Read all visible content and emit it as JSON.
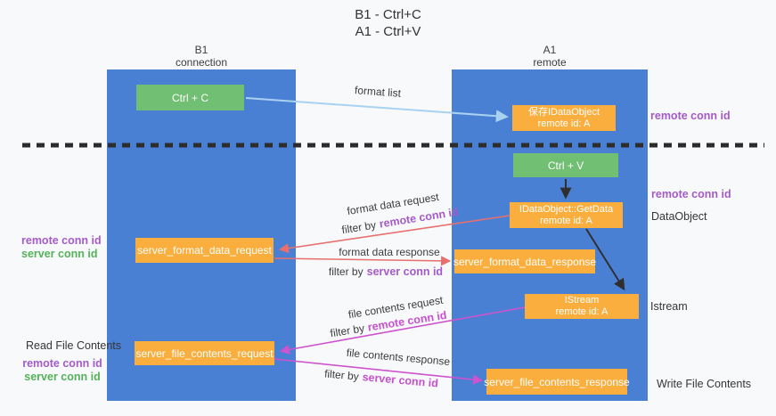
{
  "title": {
    "line1": "B1 - Ctrl+C",
    "line2": "A1 - Ctrl+V"
  },
  "lanes": {
    "left": {
      "name": "B1",
      "role": "connection"
    },
    "right": {
      "name": "A1",
      "role": "remote"
    }
  },
  "boxes": {
    "ctrl_c": {
      "label": "Ctrl + C"
    },
    "save_idataobject": {
      "line1": "保存IDataObject",
      "line2": "remote id: A"
    },
    "ctrl_v": {
      "label": "Ctrl + V"
    },
    "idataobject_getdata": {
      "line1": "IDataObject::GetData",
      "line2": "remote id: A"
    },
    "server_format_data_request": {
      "label": "server_format_data_request"
    },
    "server_format_data_response": {
      "label": "server_format_data_response"
    },
    "istream": {
      "line1": "IStream",
      "line2": "remote id: A"
    },
    "server_file_contents_request": {
      "label": "server_file_contents_request"
    },
    "server_file_contents_response": {
      "label": "server_file_contents_response"
    }
  },
  "arrows": {
    "format_list": {
      "label": "format list"
    },
    "format_data_request": {
      "label": "format data request",
      "filter": {
        "prefix": "filter by",
        "key": "remote conn id"
      }
    },
    "format_data_response": {
      "label": "format data response",
      "filter": {
        "prefix": "filter by",
        "key": "server conn id"
      }
    },
    "file_contents_request": {
      "label": "file contents request",
      "filter": {
        "prefix": "filter by",
        "key": "remote conn id"
      }
    },
    "file_contents_response": {
      "label": "file contents response",
      "filter": {
        "prefix": "filter by",
        "key": "server conn id"
      }
    }
  },
  "side_labels": {
    "remote_conn_id": "remote conn id",
    "server_conn_id": "server conn id",
    "dataobject": "DataObject",
    "istream": "Istream",
    "read_file_contents": "Read File Contents",
    "write_file_contents": "Write File Contents"
  },
  "colors": {
    "lane_blue": "#4a80d4",
    "box_green": "#71bf72",
    "box_orange": "#f9ae3e",
    "arrow_light_blue": "#a8d2f0",
    "arrow_red": "#e86f6e",
    "arrow_magenta": "#cf52ce",
    "arrow_black": "#2f2f2f",
    "text_purple": "#a45bc9",
    "text_magenta": "#c94fd2",
    "text_green": "#53b25a"
  }
}
